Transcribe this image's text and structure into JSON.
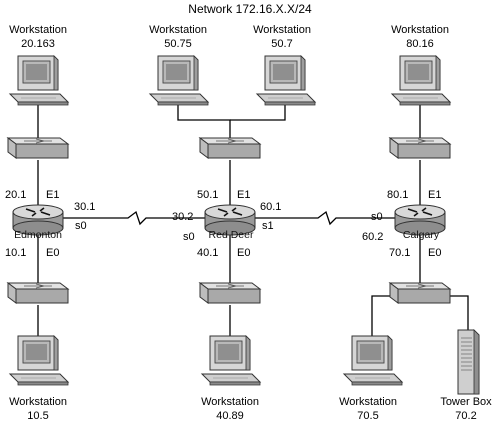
{
  "title": "Network 172.16.X.X/24",
  "workstations": {
    "ws_20_163": {
      "name": "Workstation",
      "ip": "20.163"
    },
    "ws_50_75": {
      "name": "Workstation",
      "ip": "50.75"
    },
    "ws_50_7": {
      "name": "Workstation",
      "ip": "50.7"
    },
    "ws_80_16": {
      "name": "Workstation",
      "ip": "80.16"
    },
    "ws_10_5": {
      "name": "Workstation",
      "ip": "10.5"
    },
    "ws_40_89": {
      "name": "Workstation",
      "ip": "40.89"
    },
    "ws_70_5": {
      "name": "Workstation",
      "ip": "70.5"
    }
  },
  "tower": {
    "name": "Tower Box",
    "ip": "70.2"
  },
  "routers": {
    "edmonton": {
      "name": "Edmonton",
      "e1_addr": "20.1",
      "e1_label": "E1",
      "e0_addr": "10.1",
      "e0_label": "E0",
      "s0_addr": "30.1",
      "s0_label": "s0"
    },
    "reddeer": {
      "name": "Red Deer",
      "e1_addr": "50.1",
      "e1_label": "E1",
      "e0_addr": "40.1",
      "e0_label": "E0",
      "s0_addr": "30.2",
      "s0_label": "s0",
      "s1_addr": "60.1",
      "s1_label": "s1"
    },
    "calgary": {
      "name": "Calgary",
      "e1_addr": "80.1",
      "e1_label": "E1",
      "e0_addr": "70.1",
      "e0_label": "E0",
      "s0_addr": "60.2",
      "s0_label": "s0"
    }
  }
}
